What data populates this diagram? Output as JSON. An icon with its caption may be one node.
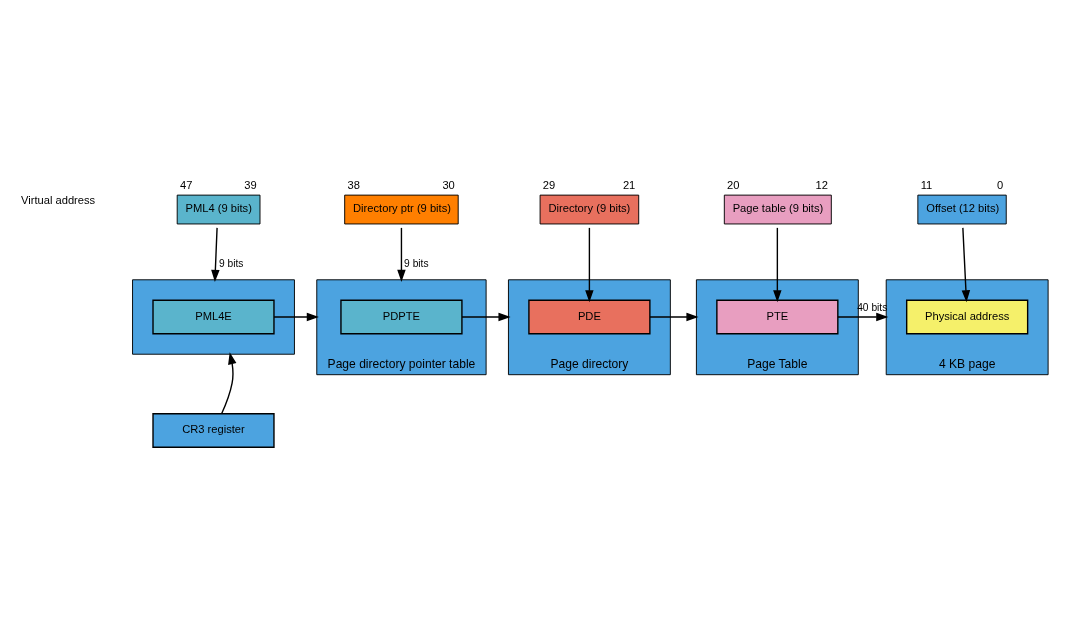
{
  "diagram": {
    "nodes": [
      {
        "text": [
          "PML4 (9 bits)"
        ],
        "beside": [
          "47",
          "39"
        ]
      },
      {
        "text": [
          "Directory ptr (9 bits)"
        ],
        "beside": [
          "38",
          "30"
        ]
      },
      {
        "text": [
          "Directory (9 bits)"
        ],
        "beside": [
          "29",
          "21"
        ]
      },
      {
        "text": [
          "Page table (9 bits)"
        ],
        "beside": [
          "20",
          "12"
        ]
      },
      {
        "text": [
          "Offset (12 bits)"
        ],
        "beside": [
          "11",
          "0"
        ]
      },
      {
        "text": [],
        "shape": "box"
      },
      {
        "text": [
          "PML4E"
        ],
        "in": 5
      },
      {
        "text": [
          "Page directory pointer table"
        ]
      },
      {
        "text": [
          "PDPTE"
        ],
        "in": 7
      },
      {
        "text": [
          "Page directory"
        ]
      },
      {
        "text": [
          "PDE"
        ],
        "in": 9
      },
      {
        "text": [
          "Page Table"
        ]
      },
      {
        "text": [
          "PTE"
        ],
        "in": 11
      },
      {
        "text": [
          "4 KB page"
        ]
      },
      {
        "text": [
          "Physical address"
        ],
        "in": 13
      },
      {
        "text": [
          "CR3 register"
        ]
      }
    ],
    "edges": [
      {
        "from": 0,
        "to": 5,
        "arrow": "to",
        "label": "9 bits"
      },
      {
        "from": 1,
        "to": 7,
        "arrow": "to",
        "label": "9 bits"
      },
      {
        "from": 2,
        "to": 10,
        "arrow": "to"
      },
      {
        "from": 3,
        "to": 12,
        "arrow": "to"
      },
      {
        "from": 4,
        "to": 14,
        "arrow": "to"
      },
      {
        "from": 6,
        "to": 7,
        "arrow": "to"
      },
      {
        "from": 8,
        "to": 9,
        "arrow": "to"
      },
      {
        "from": 10,
        "to": 11,
        "arrow": "to"
      },
      {
        "from": 12,
        "to": 13,
        "arrow": "to",
        "label": "40 bits"
      },
      {
        "from": 15,
        "to": 5,
        "arrow": "to"
      }
    ],
    "labels": [
      "Virtual address"
    ]
  }
}
